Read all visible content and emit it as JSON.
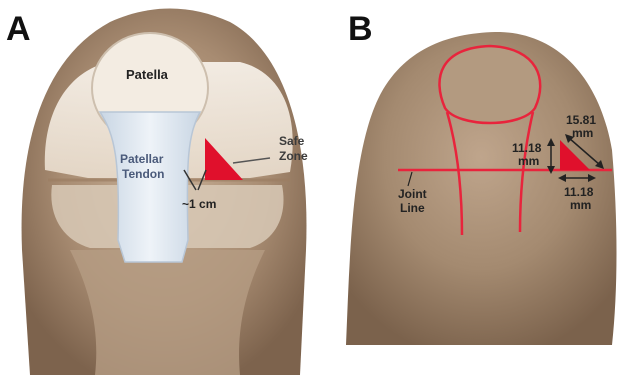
{
  "panels": {
    "a": {
      "label": "A",
      "patella": "Patella",
      "tendon_line1": "Patellar",
      "tendon_line2": "Tendon",
      "safe_line1": "Safe",
      "safe_line2": "Zone",
      "distance": "~1 cm"
    },
    "b": {
      "label": "B",
      "hyp_value": "15.81",
      "hyp_unit": "mm",
      "vert_value": "11.18",
      "vert_unit": "mm",
      "horiz_value": "11.18",
      "horiz_unit": "mm",
      "joint_line1": "Joint",
      "joint_line2": "Line"
    }
  },
  "colors": {
    "safe_zone": "#e0102c",
    "outline": "#e8243c",
    "skin": "#a98e74",
    "bone": "#eee6dc",
    "tendon": "#d9e3ee"
  }
}
